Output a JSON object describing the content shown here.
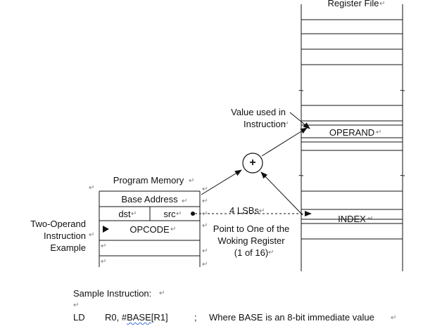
{
  "register_file": {
    "title": "Register File",
    "operand_label": "OPERAND",
    "index_label": "INDEX",
    "break_mark": "~"
  },
  "program_memory": {
    "title": "Program Memory",
    "base_address": "Base Address",
    "dst": "dst",
    "src": "src",
    "opcode": "OPCODE"
  },
  "labels": {
    "value_used_line1": "Value used in",
    "value_used_line2": "Instruction",
    "adder_symbol": "+",
    "lsbs": "4 LSBs",
    "point_line1": "Point to One of the",
    "point_line2": "Woking Register",
    "point_line3": "(1 of 16)",
    "two_operand_line1": "Two-Operand",
    "two_operand_line2": "Instruction",
    "two_operand_line3": "Example"
  },
  "sample": {
    "heading": "Sample Instruction:",
    "mnemonic": "LD",
    "operands_prefix": "R0, #",
    "operands_base": "BASE",
    "operands_suffix": "[R1]",
    "separator": ";",
    "comment": "Where BASE is an 8-bit immediate  value"
  },
  "paragraph_mark": "↵"
}
